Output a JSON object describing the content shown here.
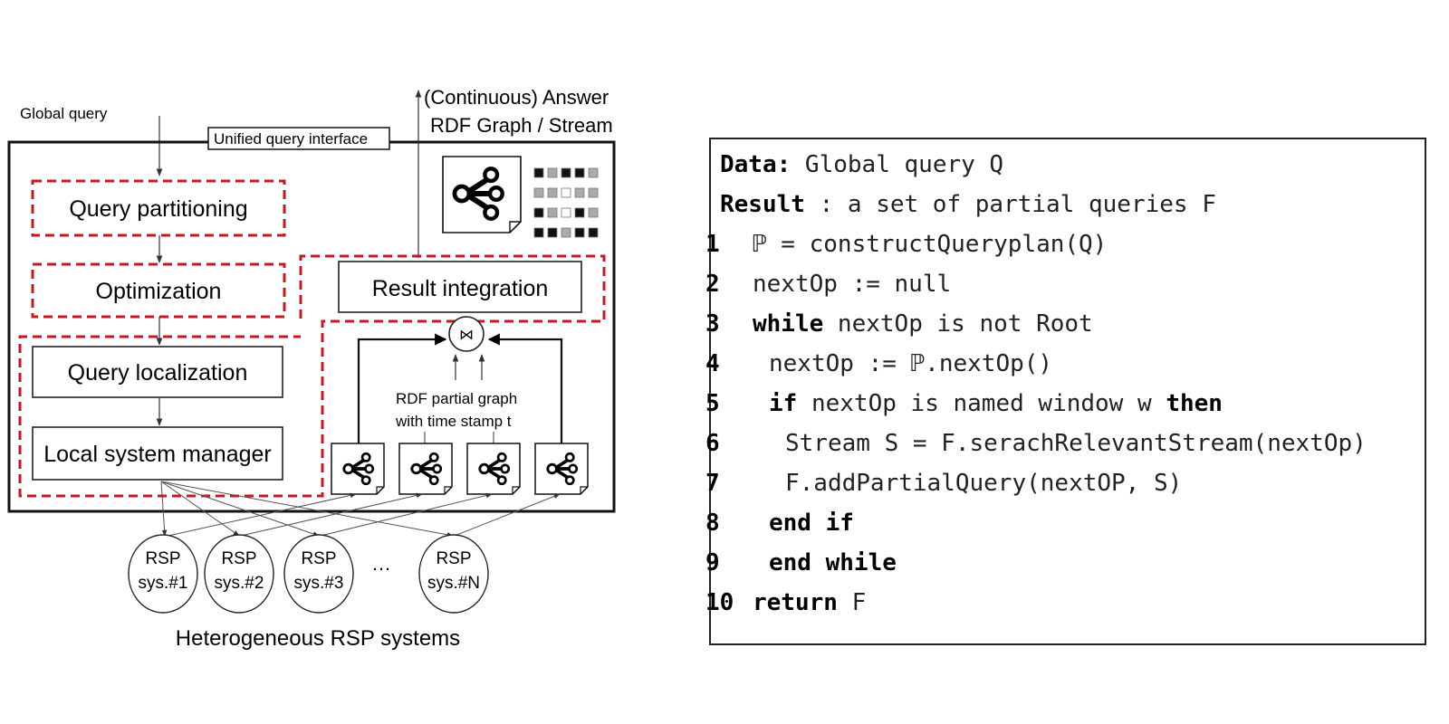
{
  "diagram": {
    "global_query_label": "Global query",
    "interface_label": "Unified query interface",
    "answer_label_line1": "(Continuous) Answer",
    "answer_label_line2": "RDF Graph / Stream",
    "boxes": {
      "query_partitioning": "Query partitioning",
      "optimization": "Optimization",
      "query_localization": "Query localization",
      "local_system_manager": "Local system manager",
      "result_integration": "Result integration"
    },
    "join_symbol": "⋈",
    "partial_graph_line1": "RDF partial graph",
    "partial_graph_line2": "with time stamp t",
    "rsp_systems": [
      {
        "line1": "RSP",
        "line2": "sys.#1"
      },
      {
        "line1": "RSP",
        "line2": "sys.#2"
      },
      {
        "line1": "RSP",
        "line2": "sys.#3"
      },
      {
        "line1": "RSP",
        "line2": "sys.#N"
      }
    ],
    "ellipsis": "…",
    "heterogeneous_label": "Heterogeneous RSP systems",
    "accent_color": "#c8181e",
    "icon_names": [
      "share-graph-icon",
      "stream-grid-icon"
    ]
  },
  "algorithm": {
    "data_keyword": "Data:",
    "data_text": " Global query Q",
    "result_keyword": "Result",
    "result_text": " : a set of partial queries F",
    "lines": [
      {
        "n": "1",
        "parts": [
          {
            "t": "ℙ = constructQueryplan(Q)",
            "b": false
          }
        ]
      },
      {
        "n": "2",
        "parts": [
          {
            "t": "nextOp := null",
            "b": false
          }
        ]
      },
      {
        "n": "3",
        "parts": [
          {
            "t": "while",
            "b": true
          },
          {
            "t": " nextOp is not Root",
            "b": false
          }
        ]
      },
      {
        "n": "4",
        "parts": [
          {
            "t": "nextOp := ℙ.nextOp()",
            "b": false
          }
        ]
      },
      {
        "n": "5",
        "parts": [
          {
            "t": "if",
            "b": true
          },
          {
            "t": " nextOp is named window w ",
            "b": false
          },
          {
            "t": "then",
            "b": true
          }
        ]
      },
      {
        "n": "6",
        "parts": [
          {
            "t": "Stream S = F.serachRelevantStream(nextOp)",
            "b": false
          }
        ]
      },
      {
        "n": "7",
        "parts": [
          {
            "t": "F.addPartialQuery(nextOP, S)",
            "b": false
          }
        ]
      },
      {
        "n": "8",
        "parts": [
          {
            "t": "end if",
            "b": true
          }
        ]
      },
      {
        "n": "9",
        "parts": [
          {
            "t": "end while",
            "b": true
          }
        ]
      },
      {
        "n": "10",
        "parts": [
          {
            "t": "return",
            "b": true
          },
          {
            "t": " F",
            "b": false
          }
        ]
      }
    ]
  }
}
